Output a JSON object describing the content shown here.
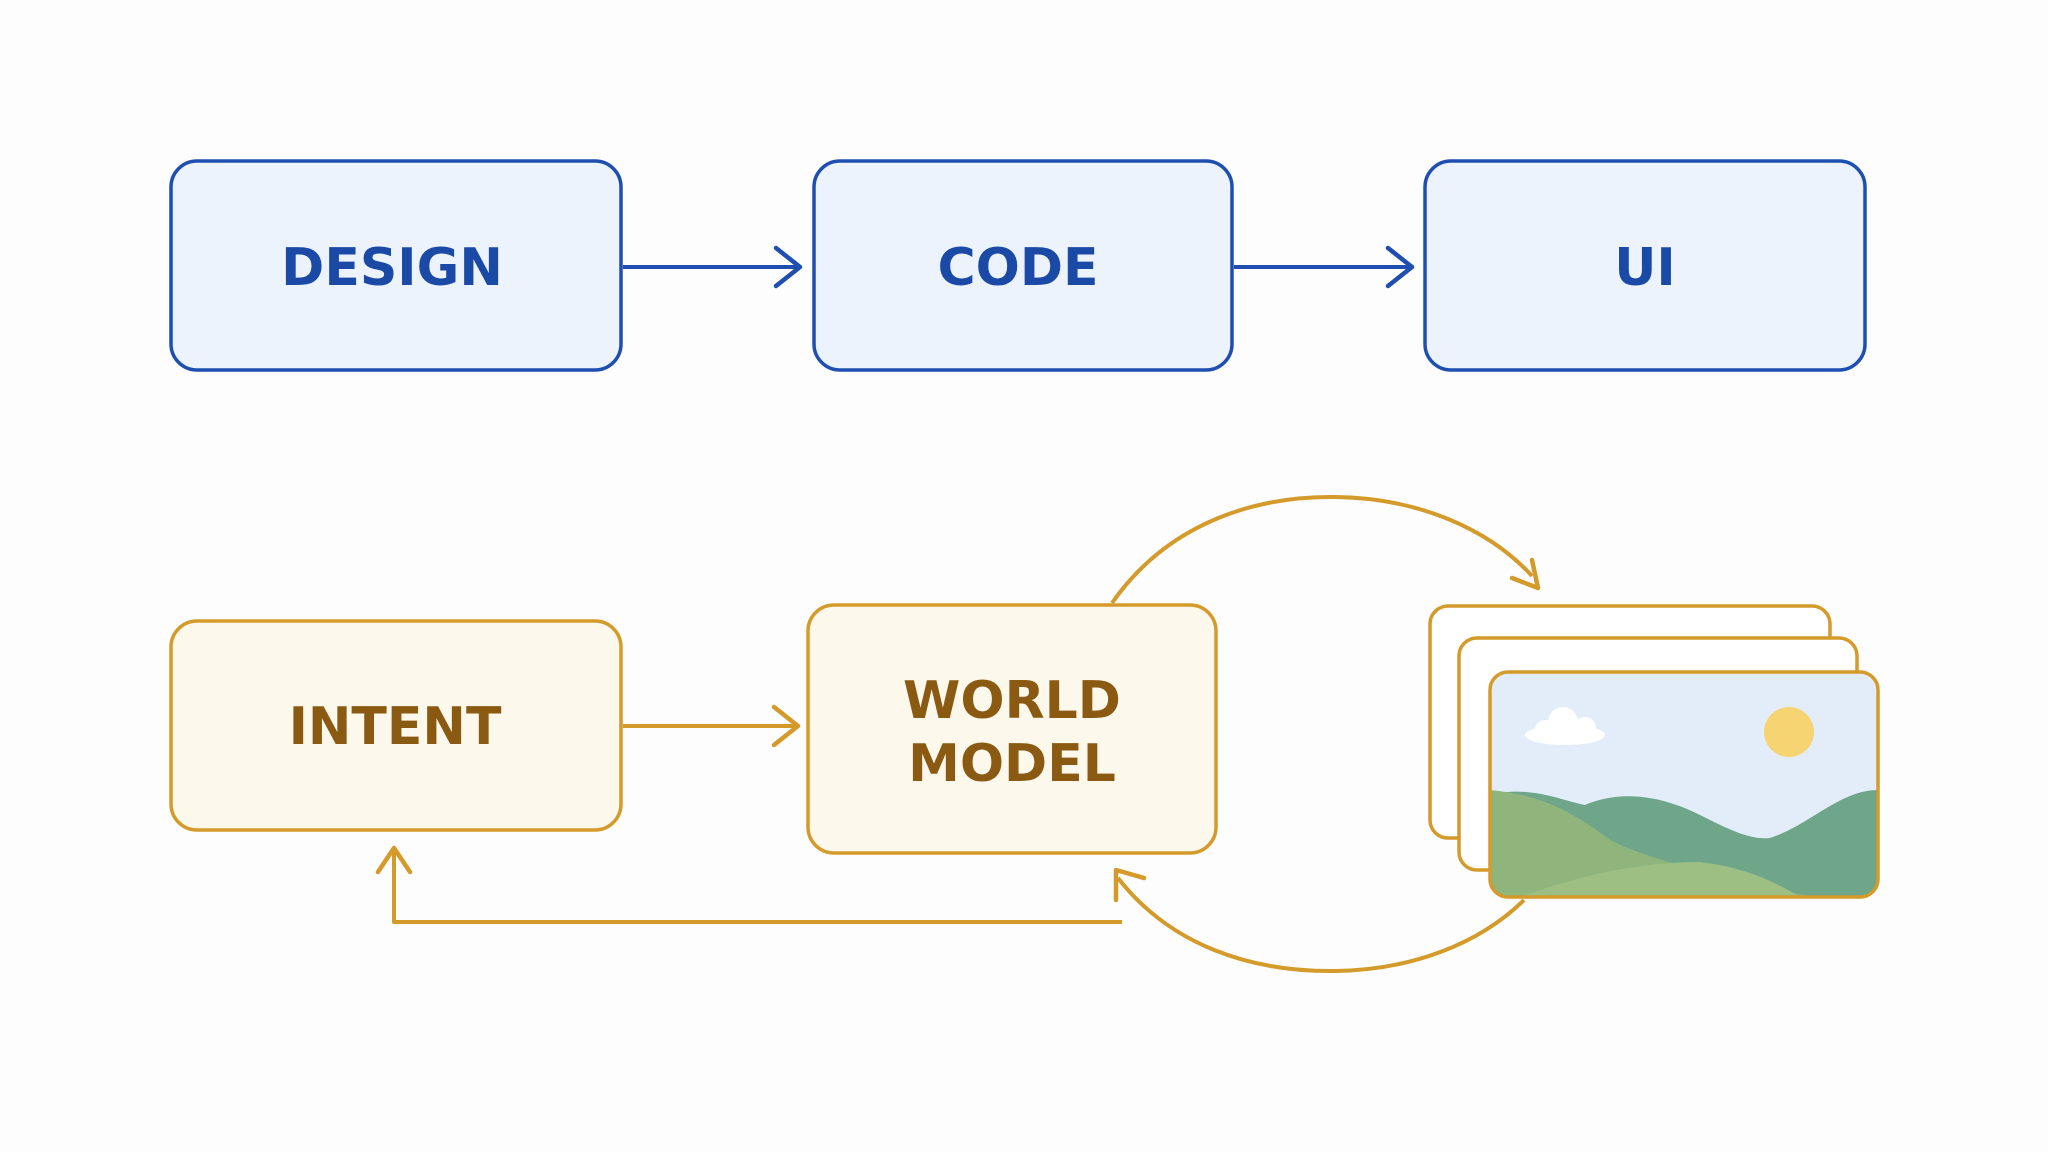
{
  "colors": {
    "background": "#fdfdfd",
    "blue_stroke": "#1e4fb0",
    "blue_fill": "#edf3fc",
    "blue_text": "#1b4aa6",
    "gold_stroke": "#d49a2a",
    "gold_fill": "#fdf8ec",
    "gold_text": "#8a5a12",
    "sky": "#e2edf9",
    "sun": "#f7d472",
    "cloud": "#ffffff",
    "hill_back": "#6fa68a",
    "hill_front": "#8fb57c"
  },
  "top_flow": {
    "nodes": [
      {
        "id": "design",
        "label": "DESIGN"
      },
      {
        "id": "code",
        "label": "CODE"
      },
      {
        "id": "ui",
        "label": "UI"
      }
    ]
  },
  "bottom_flow": {
    "intent": {
      "label": "INTENT"
    },
    "world_model": {
      "line1": "WORLD",
      "line2": "MODEL"
    },
    "frames": {
      "icon": "landscape-image-stack-icon"
    }
  }
}
